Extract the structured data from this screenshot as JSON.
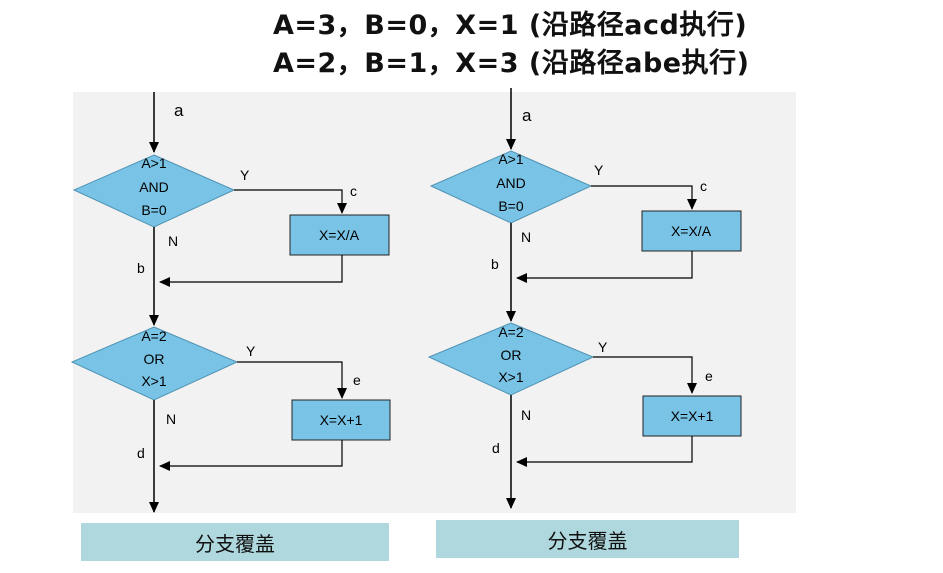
{
  "header": {
    "line1": "A=3，B=0，X=1 (沿路径acd执行)",
    "line2": "A=2，B=1，X=3 (沿路径abe执行)"
  },
  "colors": {
    "diamond_fill": "#79c4e6",
    "box_fill": "#79c4e6",
    "caption_bg": "#aed8dd",
    "line": "#000000"
  },
  "flowcharts": [
    {
      "entry_label": "a",
      "decision1": {
        "lines": [
          "A>1",
          "AND",
          "B=0"
        ]
      },
      "d1_yes": "Y",
      "d1_no": "N",
      "path_c": "c",
      "process1": "X=X/A",
      "path_b": "b",
      "decision2": {
        "lines": [
          "A=2",
          "OR",
          "X>1"
        ]
      },
      "d2_yes": "Y",
      "d2_no": "N",
      "path_e": "e",
      "process2": "X=X+1",
      "path_d": "d",
      "caption": "分支覆盖"
    },
    {
      "entry_label": "a",
      "decision1": {
        "lines": [
          "A>1",
          "AND",
          "B=0"
        ]
      },
      "d1_yes": "Y",
      "d1_no": "N",
      "path_c": "c",
      "process1": "X=X/A",
      "path_b": "b",
      "decision2": {
        "lines": [
          "A=2",
          "OR",
          "X>1"
        ]
      },
      "d2_yes": "Y",
      "d2_no": "N",
      "path_e": "e",
      "process2": "X=X+1",
      "path_d": "d",
      "caption": "分支覆盖"
    }
  ]
}
